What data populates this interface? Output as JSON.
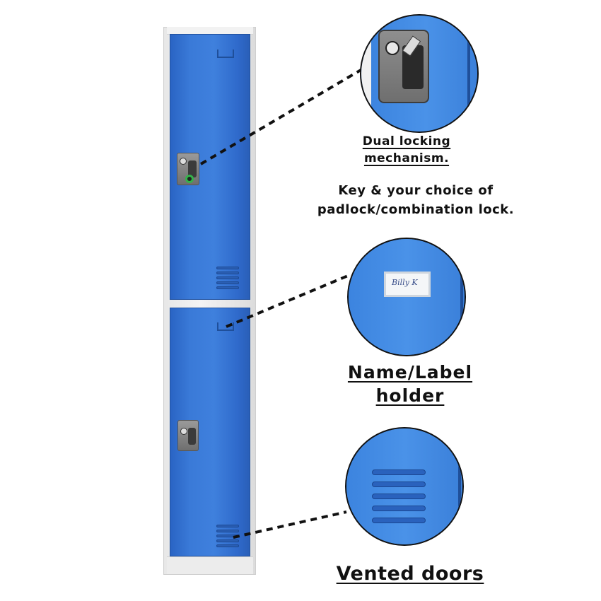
{
  "colors": {
    "door_blue": "#3a7ad8",
    "frame_gray": "#e7e7e7",
    "padlock_green": "#34b34a",
    "text": "#111111"
  },
  "captions": {
    "locking": {
      "line1": "Dual locking",
      "line2": "mechanism."
    },
    "lock_options": {
      "line1": "Key & your choice of",
      "line2": "padlock/combination lock."
    },
    "label_holder": {
      "line1": "Name/Label",
      "line2": "holder"
    },
    "vents": {
      "line1": "Vented doors"
    }
  },
  "label_card_signature": "Billy K"
}
